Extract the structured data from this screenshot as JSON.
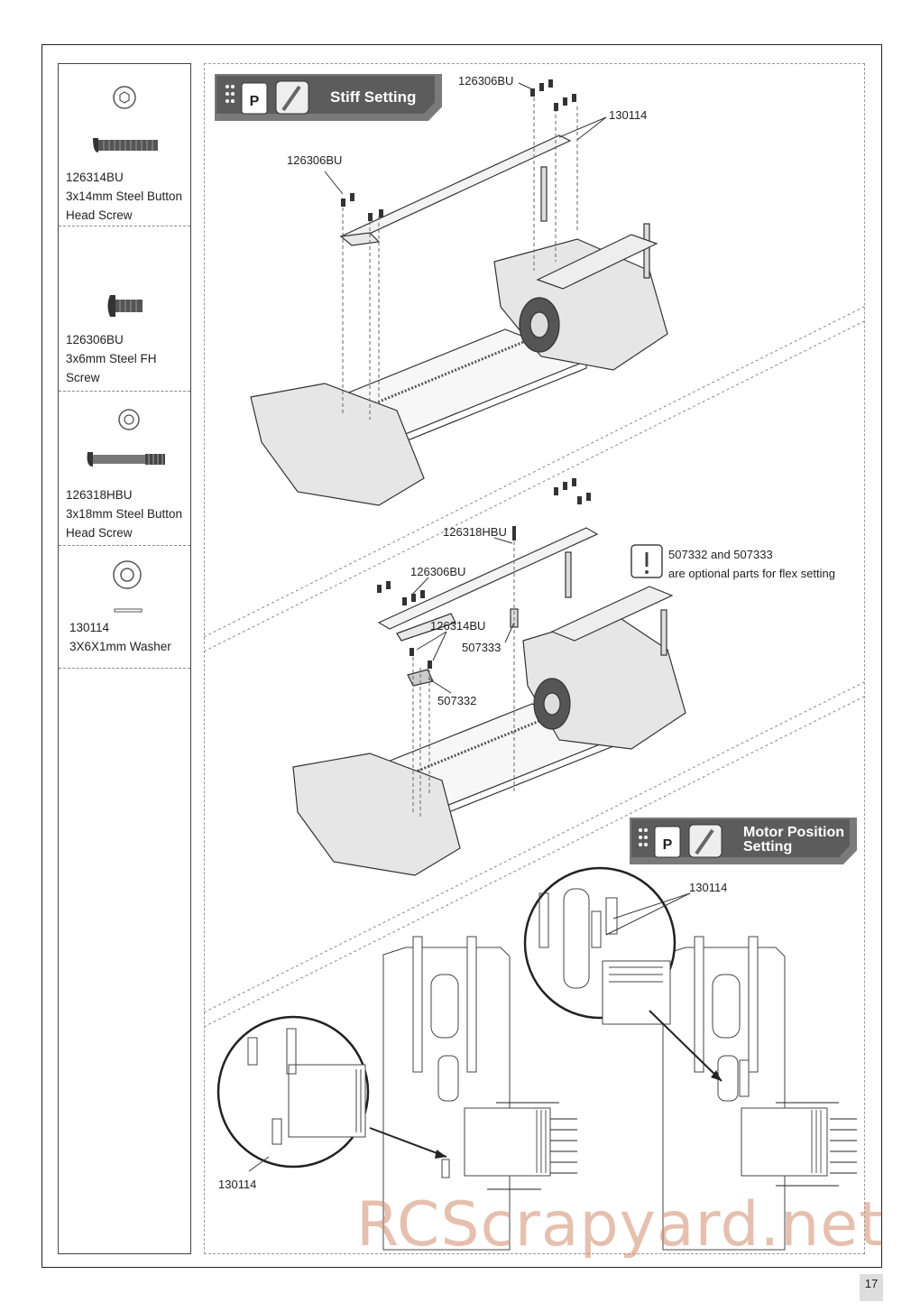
{
  "parts_list": [
    {
      "code": "126314BU",
      "line2": "3x14mm Steel Button",
      "line3": "Head Screw"
    },
    {
      "code": "126306BU",
      "line2": "3x6mm Steel FH",
      "line3": "Screw"
    },
    {
      "code": "126318HBU",
      "line2": "3x18mm Steel Button",
      "line3": "Head Screw"
    },
    {
      "code": "130114",
      "line2": "3X6X1mm Washer",
      "line3": ""
    }
  ],
  "sections": {
    "stiff": {
      "title": "Stiff Setting",
      "labels": {
        "top_screw": "126306BU",
        "washer": "130114",
        "left_screw": "126306BU"
      }
    },
    "flex": {
      "labels": {
        "long_screw": "126318HBU",
        "fh_screw": "126306BU",
        "button_screw": "126314BU",
        "spacer": "507333",
        "bracket": "507332"
      },
      "note_line1": "507332 and 507333",
      "note_line2": "are optional parts for flex setting"
    },
    "motor": {
      "title_line1": "Motor Position",
      "title_line2": "Setting",
      "labels": {
        "washer_right": "130114",
        "washer_left": "130114"
      }
    }
  },
  "page_number": "17",
  "watermark": "RCScrapyard.net"
}
